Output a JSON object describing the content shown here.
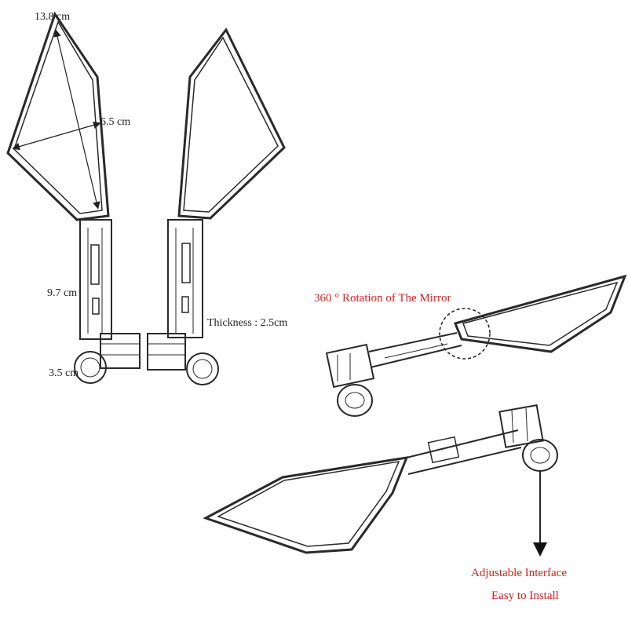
{
  "labels": {
    "length": "13.8 cm",
    "width": "6.5 cm",
    "arm_length": "9.7 cm",
    "base_diameter": "3.5 cm",
    "thickness": "Thickness : 2.5cm",
    "rotation": "360 ° Rotation of The Mirror",
    "adjustable_line1": "Adjustable Interface",
    "adjustable_line2": "Easy to Install"
  },
  "colors": {
    "callout": "#e11b1b",
    "ink": "#2a2a2a"
  }
}
